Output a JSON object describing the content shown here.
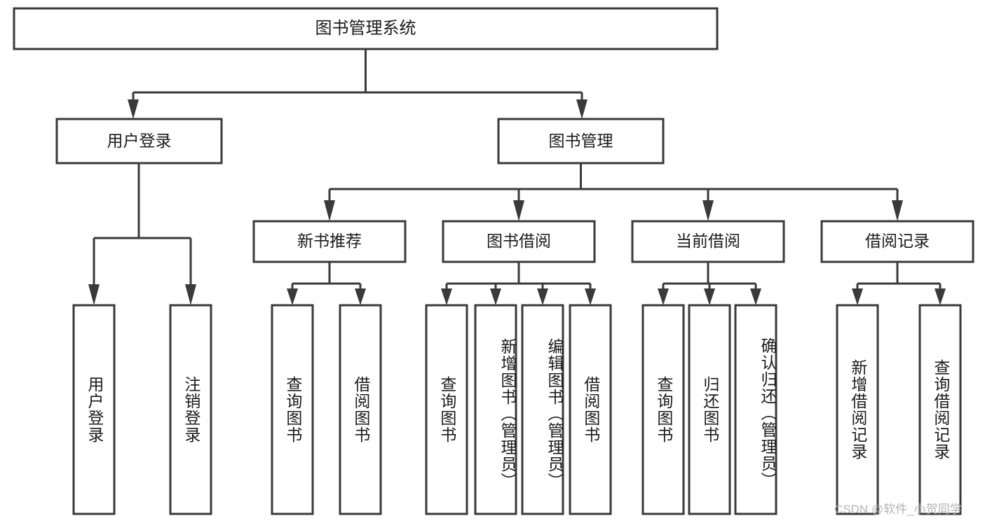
{
  "diagram": {
    "title": "图书管理系统",
    "type": "function-structure-tree",
    "watermark": "CSDN @软件_小贺同学",
    "colors": {
      "stroke": "#3a3a3a",
      "fill": "#ffffff",
      "text": "#1b1b1b",
      "watermark": "#b0b0b0"
    },
    "levels": {
      "root": {
        "label": "图书管理系统"
      },
      "level2": [
        {
          "label": "用户登录"
        },
        {
          "label": "图书管理"
        }
      ],
      "level3": [
        {
          "label": "新书推荐"
        },
        {
          "label": "图书借阅"
        },
        {
          "label": "当前借阅"
        },
        {
          "label": "借阅记录"
        }
      ]
    },
    "leaves": {
      "user_login": [
        {
          "label": "用户登录"
        },
        {
          "label": "注销登录"
        }
      ],
      "new_book_recommend": [
        {
          "label": "查询图书"
        },
        {
          "label": "借阅图书"
        }
      ],
      "book_borrow": [
        {
          "label": "查询图书"
        },
        {
          "label": "新增图书（管理员）"
        },
        {
          "label": "编辑图书（管理员）"
        },
        {
          "label": "借阅图书"
        }
      ],
      "current_borrow": [
        {
          "label": "查询图书"
        },
        {
          "label": "归还图书"
        },
        {
          "label": "确认归还（管理员）"
        }
      ],
      "borrow_record": [
        {
          "label": "新增借阅记录"
        },
        {
          "label": "查询借阅记录"
        }
      ]
    }
  }
}
